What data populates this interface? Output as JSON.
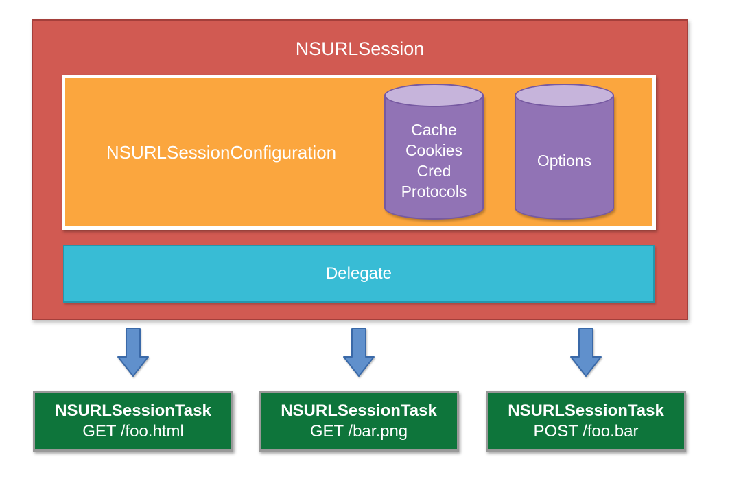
{
  "diagram": {
    "session": {
      "title": "NSURLSession"
    },
    "configuration": {
      "label": "NSURLSessionConfiguration"
    },
    "stores": {
      "cache": {
        "label": "Cache\nCookies\nCred\nProtocols"
      },
      "options": {
        "label": "Options"
      }
    },
    "delegate": {
      "label": "Delegate"
    },
    "tasks": [
      {
        "title": "NSURLSessionTask",
        "request": "GET /foo.html"
      },
      {
        "title": "NSURLSessionTask",
        "request": "GET /bar.png"
      },
      {
        "title": "NSURLSessionTask",
        "request": "POST /foo.bar"
      }
    ],
    "colors": {
      "session_fill": "#D15A52",
      "session_border": "#A43F3B",
      "configuration_fill": "#FBA63E",
      "configuration_border": "#FFFFFF",
      "store_fill": "#9173B5",
      "store_top_fill": "#C6B4DB",
      "store_border": "#7659A1",
      "delegate_fill": "#38BCD5",
      "delegate_border": "#2596AC",
      "arrow_fill": "#6090CC",
      "arrow_border": "#3A69A8",
      "task_fill": "#0E753B",
      "task_border": "#999999",
      "text": "#FFFFFF"
    }
  }
}
